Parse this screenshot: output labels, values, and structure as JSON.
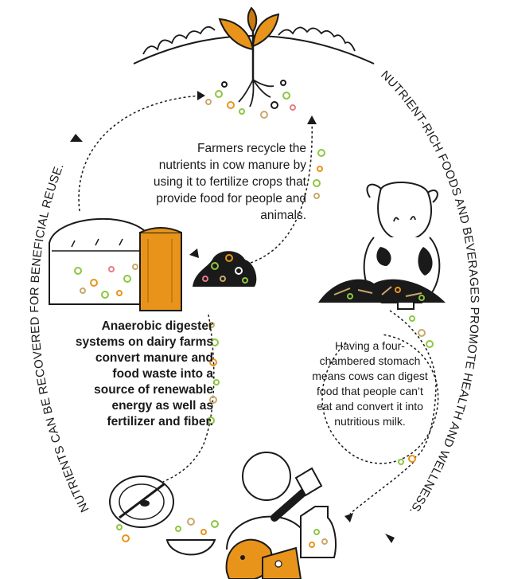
{
  "captions": {
    "farmers": "Farmers recycle the nutrients in cow manure by using it to fertilize crops that provide food for people and animals.",
    "digester": "Anaerobic digester systems on dairy farms convert manure and food waste into a source of renewable energy as well as fertilizer and fiber.",
    "cow": "Having a four-chambered stomach means cows can digest food that people can’t eat and convert it into nutritious milk."
  },
  "curved_labels": {
    "left": "NUTRIENTS CAN BE RECOVERED FOR BENEFICIAL REUSE.",
    "right": "NUTRIENT-RICH FOODS AND BEVERAGES PROMOTE HEALTH AND WELLNESS."
  },
  "colors": {
    "orange": "#e8941a",
    "dark_orange": "#c97a10",
    "green": "#8dc63f",
    "tan": "#c9a86a",
    "pink": "#e87a8a",
    "ink": "#1a1a1a"
  },
  "icons": [
    "plant-icon",
    "cow-icon",
    "manure-pile-icon",
    "digester-icon",
    "person-icon",
    "plate-icon",
    "milk-jug-icon",
    "cheese-icon",
    "bread-icon",
    "milk-glass-icon"
  ]
}
